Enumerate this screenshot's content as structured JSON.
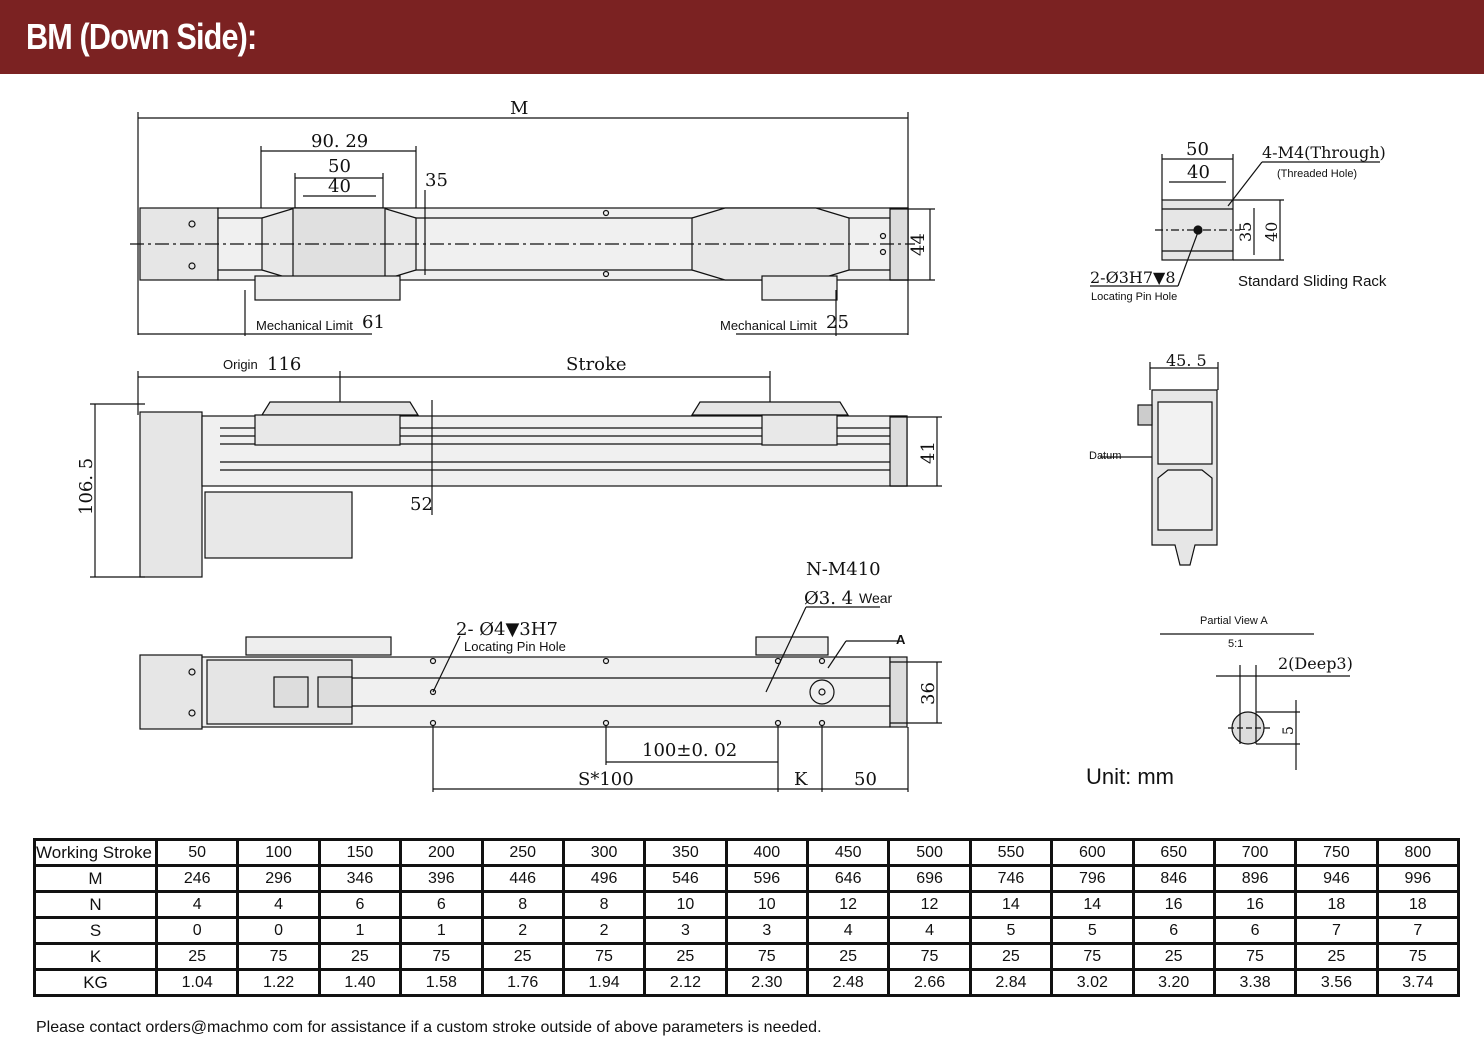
{
  "header": {
    "title": "BM (Down Side):"
  },
  "top_view": {
    "overall": "M",
    "carriage": "90. 29",
    "width50": "50",
    "width40": "40",
    "dim35": "35",
    "height44": "44",
    "mech_limit_left_label": "Mechanical Limit",
    "mech_limit_left_value": "61",
    "mech_limit_right_label": "Mechanical Limit",
    "mech_limit_right_value": "25"
  },
  "side_view": {
    "origin_label": "Origin",
    "origin_value": "116",
    "stroke": "Stroke",
    "height": "106. 5",
    "dim41": "41",
    "dim52": "52"
  },
  "bottom_view": {
    "holes": "N-M410",
    "wear": "Ø3. 4",
    "wear_label": "Wear",
    "pin": "2- Ø4▼3H7",
    "pin_label": "Locating Pin Hole",
    "pitch": "100±0. 02",
    "s100": "S*100",
    "k": "K",
    "dim50": "50",
    "dim36": "36",
    "view_a": "A"
  },
  "rack": {
    "w50": "50",
    "w40": "40",
    "thread": "4-M4(Through)",
    "thread_note": "(Threaded Hole)",
    "h35": "35",
    "h40": "40",
    "pin": "2-Ø3H7▼8",
    "pin_label": "Locating Pin Hole",
    "title": "Standard Sliding Rack"
  },
  "end_view": {
    "width": "45. 5",
    "datum": "Datum"
  },
  "partial": {
    "title": "Partial View A",
    "scale": "5:1",
    "deep": "2(Deep3)",
    "dim5": "5"
  },
  "unit": "Unit: mm",
  "table": {
    "headers": [
      "Working Stroke",
      "M",
      "N",
      "S",
      "K",
      "KG"
    ],
    "rows": [
      [
        "50",
        "100",
        "150",
        "200",
        "250",
        "300",
        "350",
        "400",
        "450",
        "500",
        "550",
        "600",
        "650",
        "700",
        "750",
        "800"
      ],
      [
        "246",
        "296",
        "346",
        "396",
        "446",
        "496",
        "546",
        "596",
        "646",
        "696",
        "746",
        "796",
        "846",
        "896",
        "946",
        "996"
      ],
      [
        "4",
        "4",
        "6",
        "6",
        "8",
        "8",
        "10",
        "10",
        "12",
        "12",
        "14",
        "14",
        "16",
        "16",
        "18",
        "18"
      ],
      [
        "0",
        "0",
        "1",
        "1",
        "2",
        "2",
        "3",
        "3",
        "4",
        "4",
        "5",
        "5",
        "6",
        "6",
        "7",
        "7"
      ],
      [
        "25",
        "75",
        "25",
        "75",
        "25",
        "75",
        "25",
        "75",
        "25",
        "75",
        "25",
        "75",
        "25",
        "75",
        "25",
        "75"
      ],
      [
        "1.04",
        "1.22",
        "1.40",
        "1.58",
        "1.76",
        "1.94",
        "2.12",
        "2.30",
        "2.48",
        "2.66",
        "2.84",
        "3.02",
        "3.20",
        "3.38",
        "3.56",
        "3.74"
      ]
    ]
  },
  "footer": "Please contact orders@machmo com for assistance if a custom stroke outside of above parameters is needed."
}
